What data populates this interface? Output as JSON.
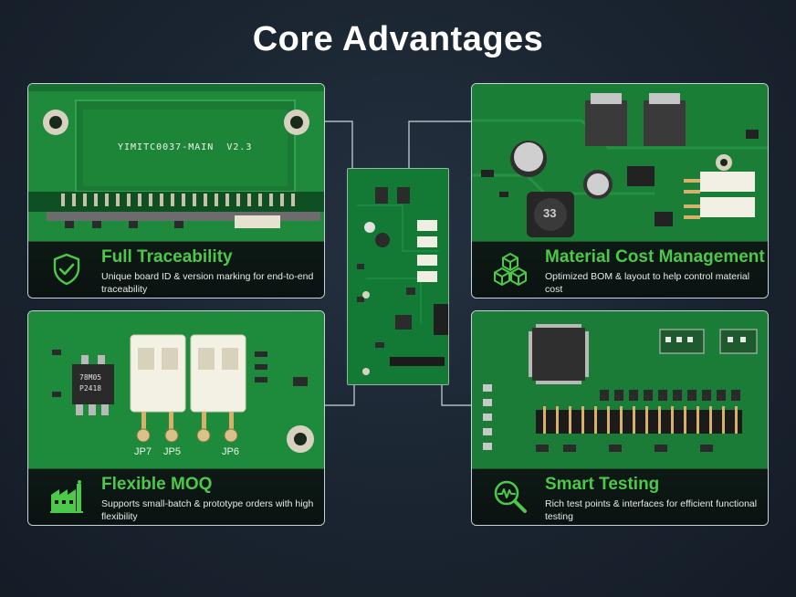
{
  "page": {
    "title": "Core Advantages"
  },
  "colors": {
    "accent_green": "#4cc94a",
    "background": "#1a2430",
    "pcb_green": "#0f6a2f"
  },
  "cards": [
    {
      "id": "traceability",
      "title": "Full Traceability",
      "description": "Unique board ID & version marking for end-to-end traceability",
      "icon": "shield-check-icon",
      "silkscreen": "YIMITC0037-MAIN  V2.3"
    },
    {
      "id": "material-cost",
      "title": "Material Cost Management",
      "description": "Optimized BOM & layout to help control material cost",
      "icon": "cubes-icon",
      "inductor_label": "33"
    },
    {
      "id": "flexible-moq",
      "title": "Flexible MOQ",
      "description": "Supports small-batch & prototype orders with high flexibility",
      "icon": "factory-icon",
      "chip_label_1": "78M05",
      "chip_label_2": "P2418",
      "jumper_labels": [
        "JP7",
        "JP5",
        "JP6"
      ]
    },
    {
      "id": "smart-testing",
      "title": "Smart Testing",
      "description": "Rich test points & interfaces for efficient functional testing",
      "icon": "magnifier-pulse-icon"
    }
  ]
}
